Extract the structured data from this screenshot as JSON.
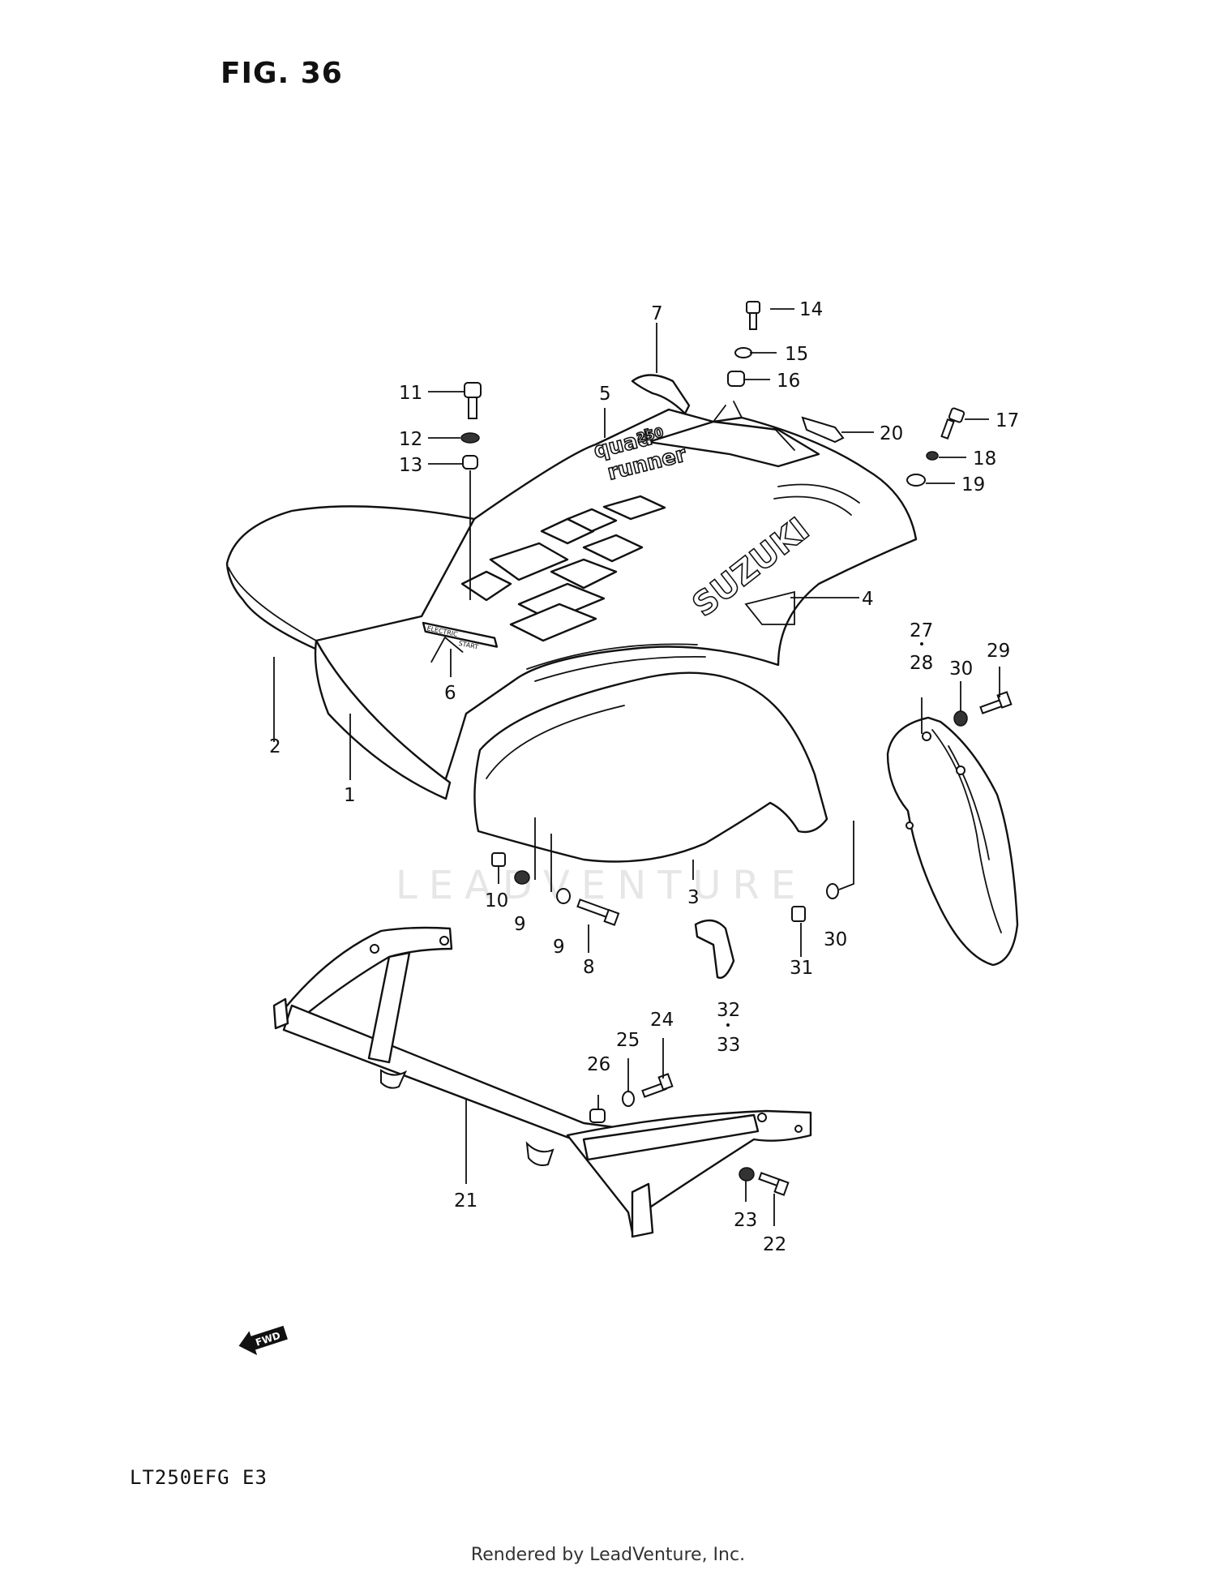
{
  "figure": {
    "title": "FIG. 36",
    "model_code": "LT250EFG  E3",
    "credit": "Rendered by LeadVenture, Inc.",
    "watermark": "LEADVENTURE",
    "fwd_label": "FWD"
  },
  "decals": {
    "brand": "SUZUKI",
    "model_line1": "quad",
    "model_line2": "runner",
    "model_number": "250",
    "badge_line1": "ELECTRIC",
    "badge_line2": "START"
  },
  "callouts": {
    "p1": "1",
    "p2": "2",
    "p3": "3",
    "p4": "4",
    "p5": "5",
    "p6": "6",
    "p7": "7",
    "p8": "8",
    "p9a": "9",
    "p9b": "9",
    "p10": "10",
    "p11": "11",
    "p12": "12",
    "p13": "13",
    "p14": "14",
    "p15": "15",
    "p16": "16",
    "p17": "17",
    "p18": "18",
    "p19": "19",
    "p20": "20",
    "p21": "21",
    "p22": "22",
    "p23": "23",
    "p24": "24",
    "p25": "25",
    "p26": "26",
    "p27": "27",
    "p28": "28",
    "p29": "29",
    "p30a": "30",
    "p30b": "30",
    "p31": "31",
    "p32": "32",
    "p33": "33"
  },
  "icons": [
    "fwd-arrow-icon",
    "leadventure-logo-icon"
  ]
}
